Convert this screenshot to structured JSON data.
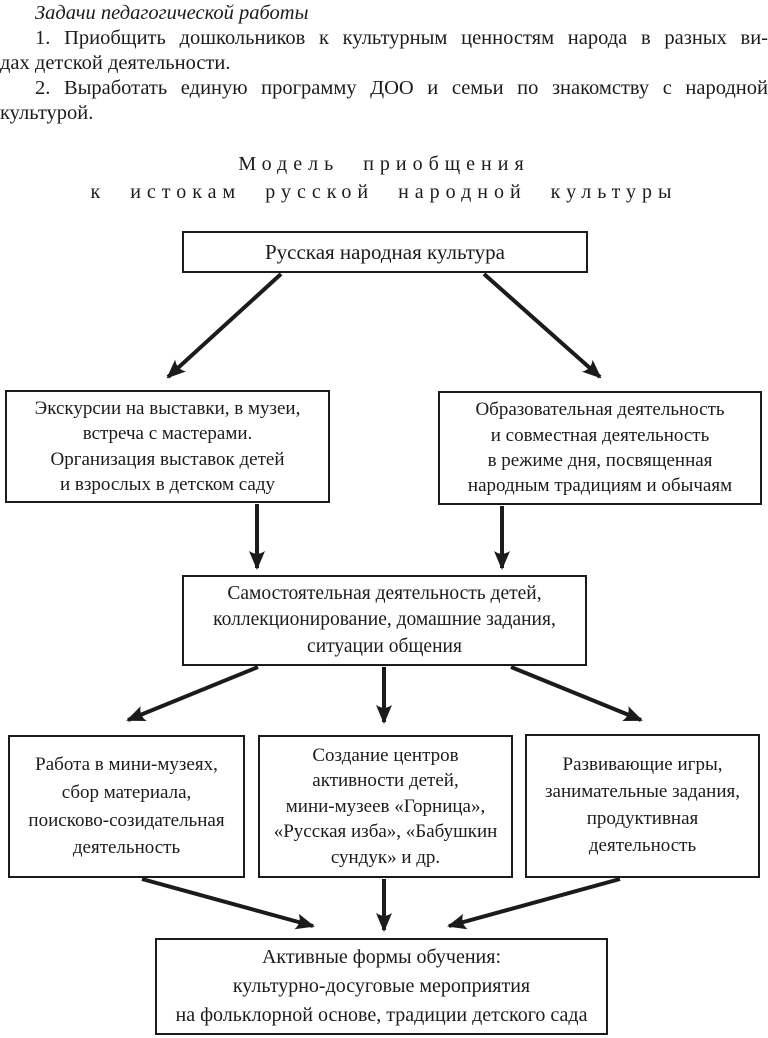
{
  "intro": {
    "heading": "Задачи педагогической работы",
    "task1_line1": "1. Приобщить дошкольников к культурным ценностям народа в разных ви-",
    "task1_line2": "дах детской деятельности.",
    "task2_line1": "2. Выработать единую программу ДОО и семьи по знакомству с народной",
    "task2_line2": "культурой."
  },
  "diagram": {
    "title_line1": "Модель приобщения",
    "title_line2": "к истокам русской народной культуры",
    "boxes": {
      "root": "Русская народная культура",
      "excursions": [
        "Экскурсии на выставки, в музеи,",
        "встреча с мастерами.",
        "Организация выставок детей",
        "и взрослых в детском саду"
      ],
      "education": [
        "Образовательная деятельность",
        "и совместная деятельность",
        "в режиме дня, посвященная",
        "народным традициям и обычаям"
      ],
      "independent": [
        "Самостоятельная деятельность детей,",
        "коллекционирование, домашние задания,",
        "ситуации общения"
      ],
      "mini_museums": [
        "Работа в мини-музеях,",
        "сбор материала,",
        "поисково-созидательная",
        "деятельность"
      ],
      "activity_centers": [
        "Создание центров",
        "активности детей,",
        "мини-музеев «Горница»,",
        "«Русская изба», «Бабушкин",
        "сундук» и др."
      ],
      "games": [
        "Развивающие игры,",
        "занимательные задания,",
        "продуктивная",
        "деятельность"
      ],
      "active_forms": [
        "Активные формы обучения:",
        "культурно-досуговые мероприятия",
        "на фольклорной основе, традиции детского сада"
      ]
    },
    "colors": {
      "ink": "#1b1b1b",
      "paper": "#ffffff"
    }
  }
}
